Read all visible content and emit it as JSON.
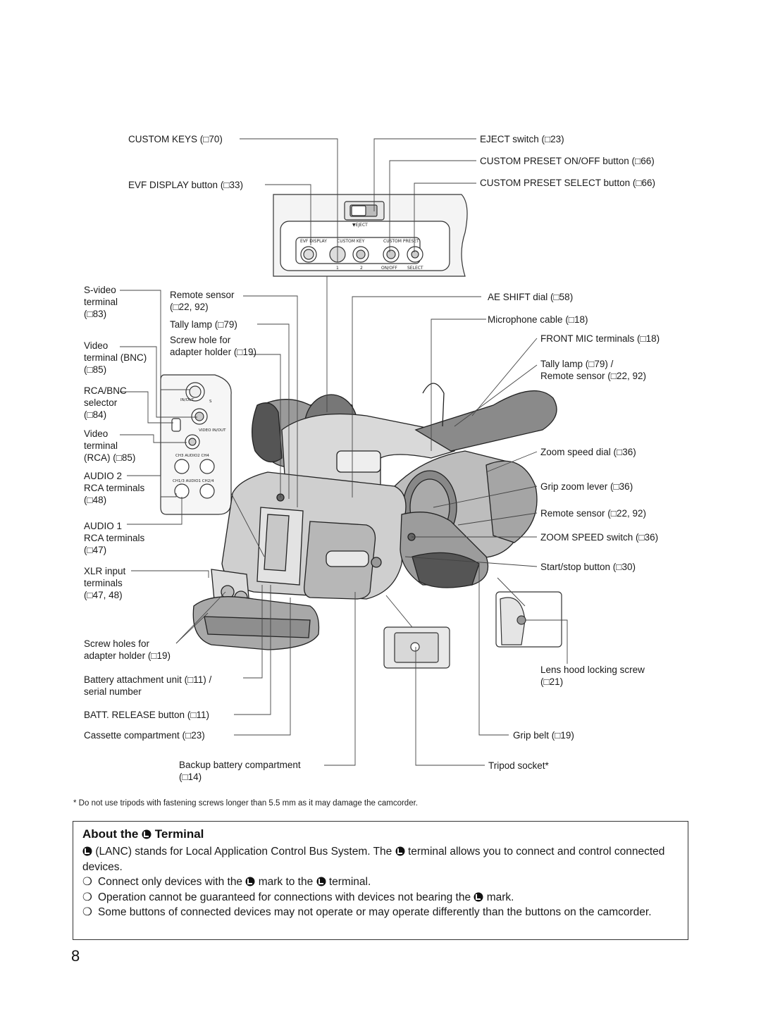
{
  "labels": {
    "custom_keys": "CUSTOM KEYS (□70)",
    "evf_display": "EVF DISPLAY button (□33)",
    "eject": "EJECT switch (□23)",
    "preset_onoff": "CUSTOM PRESET ON/OFF button (□66)",
    "preset_select": "CUSTOM PRESET SELECT button (□66)",
    "svideo": "S-video\nterminal\n(□83)",
    "video_bnc": "Video\nterminal (BNC)\n(□85)",
    "rca_bnc": "RCA/BNC\nselector\n(□84)",
    "video_rca": "Video\nterminal\n(RCA) (□85)",
    "audio2": "AUDIO 2\nRCA terminals\n(□48)",
    "audio1": "AUDIO 1\nRCA terminals\n(□47)",
    "xlr": "XLR input\nterminals\n(□47, 48)",
    "screw_holes": "Screw holes for\nadapter holder (□19)",
    "battery_unit": "Battery attachment unit (□11) /\nserial number",
    "batt_release": "BATT. RELEASE button (□11)",
    "cassette": "Cassette compartment (□23)",
    "backup_battery": "Backup battery compartment\n(□14)",
    "remote_sensor_l": "Remote sensor\n(□22, 92)",
    "tally_l": "Tally lamp (□79)",
    "screw_hole": "Screw hole for\nadapter holder (□19)",
    "ae_shift": "AE SHIFT dial (□58)",
    "mic_cable": "Microphone cable (□18)",
    "front_mic": "FRONT MIC terminals (□18)",
    "tally_r": "Tally lamp (□79) /\nRemote sensor (□22, 92)",
    "zoom_dial": "Zoom speed dial (□36)",
    "grip_zoom": "Grip zoom lever (□36)",
    "remote_sensor_r": "Remote sensor (□22, 92)",
    "zoom_switch": "ZOOM SPEED switch (□36)",
    "start_stop": "Start/stop button (□30)",
    "lens_hood": "Lens hood locking screw\n(□21)",
    "grip_belt": "Grip belt (□19)",
    "tripod": "Tripod socket*"
  },
  "panel_marks": {
    "eject": "▼EJECT",
    "evf": "EVF DISPLAY",
    "custom_key": "CUSTOM KEY",
    "custom_preset": "CUSTOM PRESET",
    "k1": "1",
    "k2": "2",
    "onoff": "ON/OFF",
    "select": "SELECT",
    "in_out": "IN/OUT",
    "video_inout": "VIDEO IN/OUT",
    "audio2_mark": "CH3 AUDIO2 CH4",
    "audio1_mark": "CH1/3 AUDIO1 CH2/4",
    "s_mark": "S"
  },
  "footnote": "* Do not use tripods with fastening screws longer than 5.5 mm as it may damage the camcorder.",
  "lanc": {
    "title_pre": "About the",
    "title_post": "Terminal",
    "intro_a": "(LANC) stands for Local Application Control Bus System. The",
    "intro_b": "terminal allows you to connect and control connected devices.",
    "b1_a": "Connect only devices with the",
    "b1_b": "mark to the",
    "b1_c": "terminal.",
    "b2_a": "Operation cannot be guaranteed for connections with devices not bearing the",
    "b2_b": "mark.",
    "b3": "Some buttons of connected devices may not operate or may operate differently than the buttons on the camcorder.",
    "bullet": "❍"
  },
  "page_number": "8"
}
